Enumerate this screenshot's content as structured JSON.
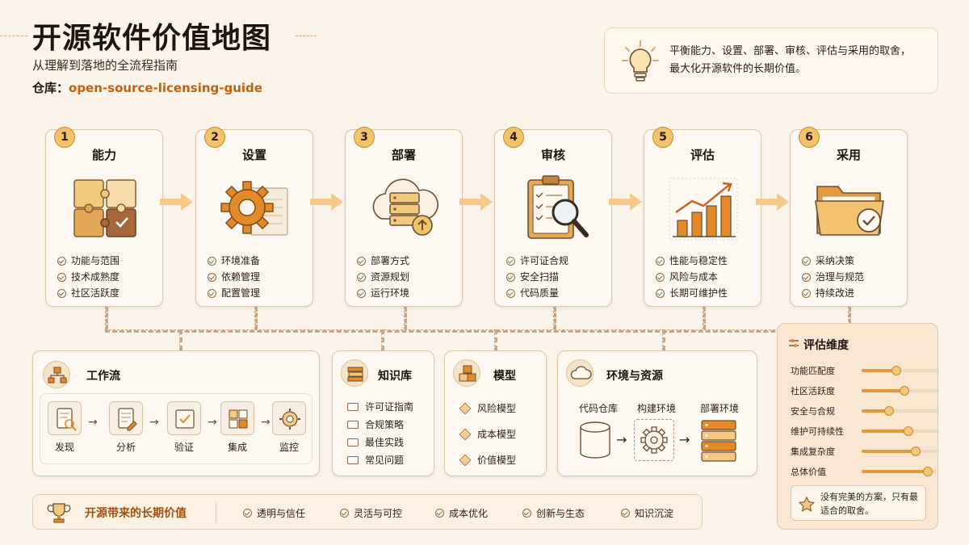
{
  "header": {
    "title": "开源软件价值地图",
    "subtitle": "从理解到落地的全流程指南",
    "repo_label": "仓库：",
    "repo_name": "open-source-licensing-guide"
  },
  "quote": {
    "line1": "平衡能力、设置、部署、审核、评估与采用的取舍，",
    "line2": "最大化开源软件的长期价值。",
    "icon": "lightbulb-icon"
  },
  "stages": [
    {
      "num": "1",
      "title": "能力",
      "icon": "puzzle-icon",
      "items": [
        "功能与范围",
        "技术成熟度",
        "社区活跃度"
      ]
    },
    {
      "num": "2",
      "title": "设置",
      "icon": "gear-icon",
      "items": [
        "环境准备",
        "依赖管理",
        "配置管理"
      ]
    },
    {
      "num": "3",
      "title": "部署",
      "icon": "cloud-server-icon",
      "items": [
        "部署方式",
        "资源规划",
        "运行环境"
      ]
    },
    {
      "num": "4",
      "title": "审核",
      "icon": "clipboard-magnifier-icon",
      "items": [
        "许可证合规",
        "安全扫描",
        "代码质量"
      ]
    },
    {
      "num": "5",
      "title": "评估",
      "icon": "growth-chart-icon",
      "items": [
        "性能与稳定性",
        "风险与成本",
        "长期可维护性"
      ]
    },
    {
      "num": "6",
      "title": "采用",
      "icon": "folder-check-icon",
      "items": [
        "采纳决策",
        "治理与规范",
        "持续改进"
      ]
    }
  ],
  "workflow": {
    "title": "工作流",
    "steps": [
      "发现",
      "分析",
      "验证",
      "集成",
      "监控"
    ]
  },
  "knowledge": {
    "title": "知识库",
    "items": [
      "许可证指南",
      "合规策略",
      "最佳实践",
      "常见问题"
    ]
  },
  "models": {
    "title": "模型",
    "items": [
      "风险模型",
      "成本模型",
      "价值模型"
    ]
  },
  "environment": {
    "title": "环境与资源",
    "labels": [
      "代码仓库",
      "构建环境",
      "部署环境"
    ]
  },
  "value_bar": {
    "title": "开源带来的长期价值",
    "items": [
      "透明与信任",
      "灵活与可控",
      "成本优化",
      "创新与生态",
      "知识沉淀"
    ]
  },
  "dimensions": {
    "title": "评估维度",
    "rows": [
      {
        "label": "功能匹配度",
        "level": 0.45
      },
      {
        "label": "社区活跃度",
        "level": 0.55
      },
      {
        "label": "安全与合规",
        "level": 0.35
      },
      {
        "label": "维护可持续性",
        "level": 0.6
      },
      {
        "label": "集成复杂度",
        "level": 0.7
      },
      {
        "label": "总体价值",
        "level": 0.85
      }
    ],
    "note": "没有完美的方案，只有最适合的取舍。"
  },
  "colors": {
    "accent": "#e29a3c",
    "link": "#c45f0c",
    "background": "#fbf4ea"
  }
}
